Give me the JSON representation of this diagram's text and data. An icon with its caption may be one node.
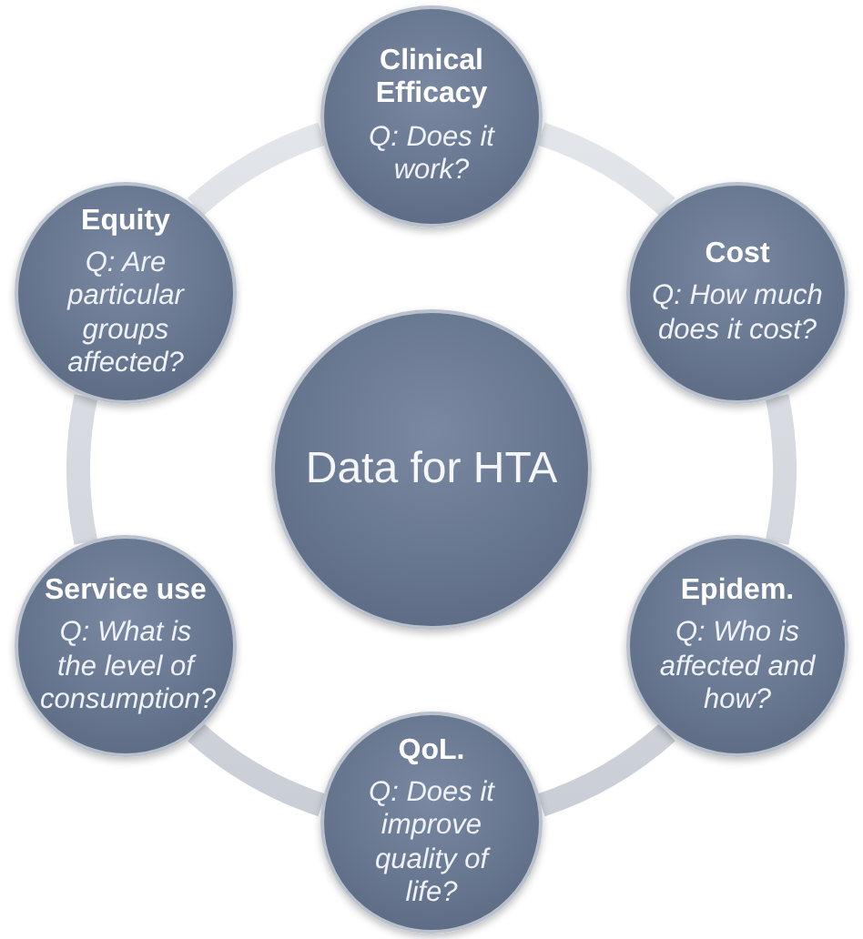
{
  "diagram": {
    "nodes": [
      {
        "text": [
          "Clinical Efficacy",
          "Q: Does it work?"
        ]
      },
      {
        "text": [
          "Equity",
          "Q: Are particular groups affected?"
        ]
      },
      {
        "text": [
          "Cost",
          "Q: How much does it cost?"
        ]
      },
      {
        "text": [
          "Data for HTA"
        ]
      },
      {
        "text": [
          "Service use",
          "Q: What is the level of consumption?"
        ]
      },
      {
        "text": [
          "Epidem.",
          "Q: Who is affected and how?"
        ]
      },
      {
        "text": [
          "QoL.",
          "Q: Does it improve quality of life?"
        ]
      }
    ],
    "edges": [
      {
        "from": 0,
        "to": 2,
        "arrow": "none"
      },
      {
        "from": 2,
        "to": 5,
        "arrow": "none"
      },
      {
        "from": 5,
        "to": 6,
        "arrow": "none"
      },
      {
        "from": 6,
        "to": 4,
        "arrow": "none"
      },
      {
        "from": 4,
        "to": 1,
        "arrow": "none"
      },
      {
        "from": 1,
        "to": 0,
        "arrow": "none"
      }
    ]
  }
}
